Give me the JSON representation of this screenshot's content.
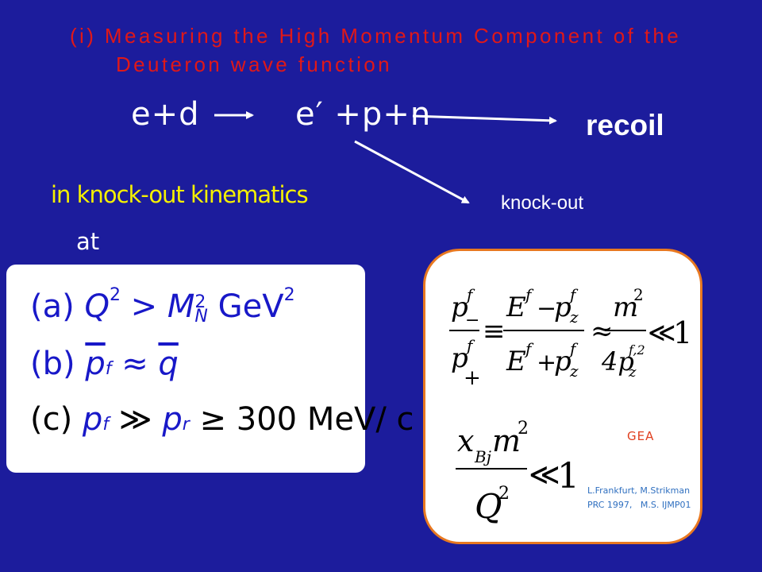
{
  "slide": {
    "title_line1": "(i) Measuring the High Momentum Component of the",
    "title_line2": "Deuteron wave function",
    "reaction_lhs": "e+d",
    "reaction_rhs": "e′ +p+n",
    "recoil_label": "recoil",
    "knockout_label": "knock-out",
    "kinematics_label": "in knock-out kinematics",
    "at_label": "at"
  },
  "conditions": {
    "a": {
      "label": "(a)",
      "lhs": "Q",
      "exp": "2",
      "op": ">",
      "rhs": "M",
      "rhs_sub": "N",
      "rhs_exp": "2",
      "unit": "GeV",
      "unit_exp": "2"
    },
    "b": {
      "label": "(b)",
      "lhs": "p",
      "lhs_sub": "f",
      "op": "≈",
      "rhs": "q"
    },
    "c": {
      "label": "(c)",
      "lhs": "p",
      "lhs_sub": "f",
      "op": "≫",
      "mid": "p",
      "mid_sub": "r",
      "op2": "≥",
      "value": "300 MeV/ c"
    }
  },
  "formula_box": {
    "gea_label": "GEA",
    "ref_line1": "L.Frankfurt, M.Strikman",
    "ref_line2": "PRC 1997,   M.S. IJMP01",
    "eq1": {
      "frac1_num": "p",
      "frac1_num_sup": "f",
      "frac1_num_sub": "−",
      "frac1_den": "p",
      "frac1_den_sup": "f",
      "frac1_den_sub": "+",
      "equiv": "≡",
      "frac2_num": "E",
      "frac2_num_sup": "f",
      "frac2_num_op": "−",
      "frac2_num_p": "p",
      "frac2_num_p_sup": "f",
      "frac2_num_p_sub": "z",
      "frac2_den": "E",
      "frac2_den_sup": "f",
      "frac2_den_op": "+",
      "frac2_den_p": "p",
      "frac2_den_p_sup": "f",
      "frac2_den_p_sub": "z",
      "approx": "≈",
      "frac3_num": "m",
      "frac3_num_sup": "2",
      "frac3_den": "4p",
      "frac3_den_sup": "f,2",
      "frac3_den_sub": "z",
      "ll": "≪",
      "one": "1"
    },
    "eq2": {
      "num_x": "x",
      "num_x_sub": "Bj",
      "num_m": "m",
      "num_m_sup": "2",
      "den": "Q",
      "den_sup": "2",
      "ll": "≪",
      "one": "1"
    }
  },
  "colors": {
    "background": "#1c1c9c",
    "title": "#e01818",
    "kinematics": "#f5f000",
    "box_border": "#e87820",
    "condition_text": "#1818c8",
    "gea": "#e04020",
    "reference": "#3070c0"
  }
}
